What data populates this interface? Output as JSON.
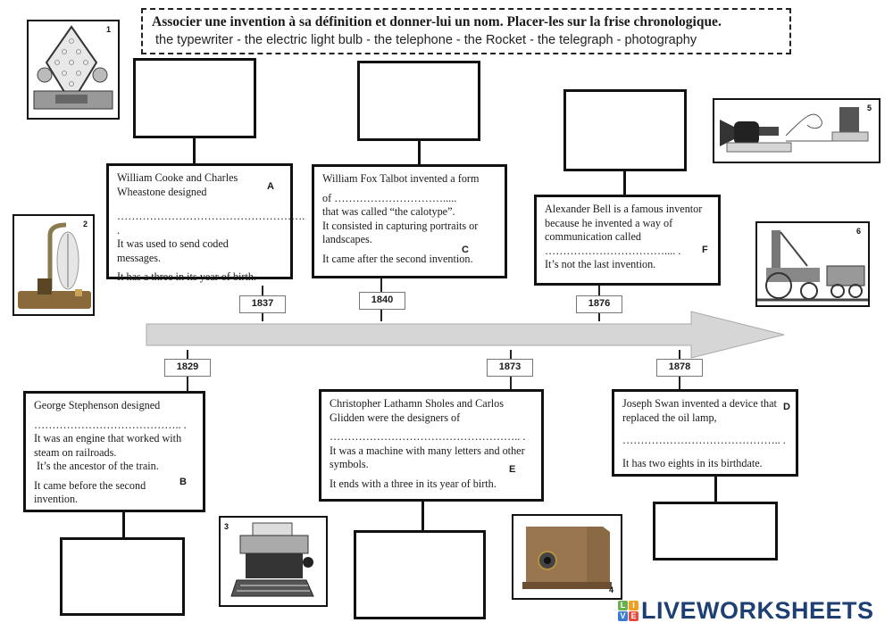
{
  "instructions": {
    "title": "Associer une invention à sa définition et donner-lui un nom.  Placer-les sur la frise chronologique.",
    "word_bank": "the typewriter - the electric light bulb - the telephone - the Rocket - the telegraph - photography"
  },
  "pictures": [
    {
      "number": "1",
      "subject": "telegraph apparatus"
    },
    {
      "number": "2",
      "subject": "electric light bulb"
    },
    {
      "number": "3",
      "subject": "typewriter"
    },
    {
      "number": "4",
      "subject": "camera"
    },
    {
      "number": "5",
      "subject": "telephone"
    },
    {
      "number": "6",
      "subject": "Rocket locomotive"
    }
  ],
  "clues": {
    "A": {
      "letter": "A",
      "lines": [
        "William Cooke and Charles Wheastone designed",
        "……………………………………………. .",
        "It was used to send coded messages.",
        "It has a three in its year of birth."
      ]
    },
    "C": {
      "letter": "C",
      "lines": [
        "William Fox Talbot invented a form",
        "of ………………………….....",
        "that was called “the calotype”.",
        "It consisted in capturing portraits or landscapes.",
        "It came after the second invention."
      ]
    },
    "F": {
      "letter": "F",
      "lines": [
        "Alexander Bell is a famous inventor because he invented a way of communication called",
        "…………………………….... .",
        "It’s not the last invention."
      ]
    },
    "B": {
      "letter": "B",
      "lines": [
        "George Stephenson designed",
        "………………………………….. .",
        "It was an engine that worked with steam on railroads.",
        " It’s the ancestor of the train.",
        "It came before the second invention."
      ]
    },
    "E": {
      "letter": "E",
      "lines": [
        "Christopher Lathamn Sholes and Carlos Glidden were the designers of",
        "…………………………………………….. .",
        "It was a machine with many letters and other symbols.",
        "It ends with a three in its year of birth."
      ]
    },
    "D": {
      "letter": "D",
      "lines": [
        "Joseph Swan invented a device that replaced the oil lamp,",
        "…………………………………….. .",
        "It has two eights in its birthdate."
      ]
    }
  },
  "timeline": {
    "years_above": [
      "1837",
      "1840",
      "1876"
    ],
    "years_below": [
      "1829",
      "1873",
      "1878"
    ],
    "arrow_color": "#d6d6d6"
  },
  "answer_boxes": [
    "",
    "",
    "",
    "",
    "",
    ""
  ],
  "logo": {
    "blocks": [
      "L",
      "I",
      "V",
      "E"
    ],
    "block_colors": [
      "#6ab04c",
      "#f0a020",
      "#3a7bd5",
      "#e74c3c"
    ],
    "text": "LIVEWORKSHEETS"
  }
}
